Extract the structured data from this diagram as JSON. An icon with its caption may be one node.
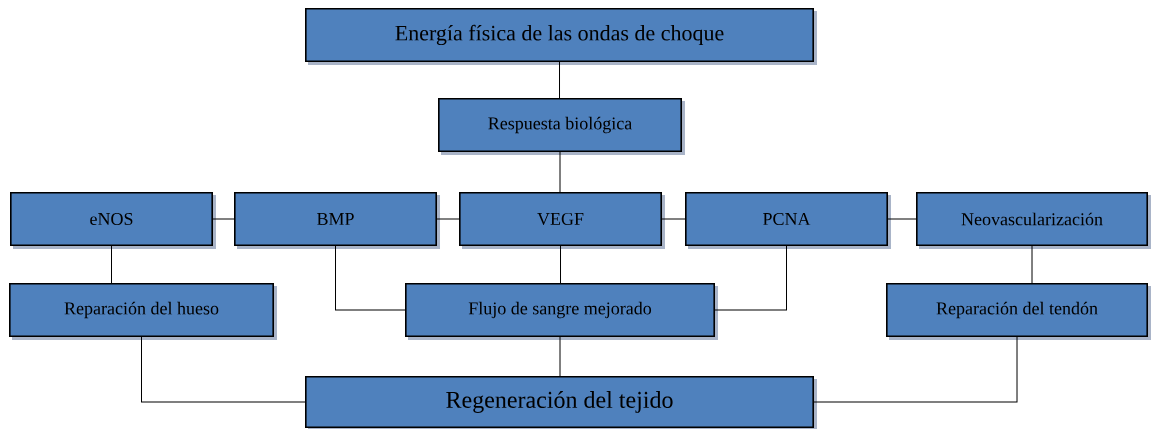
{
  "diagram": {
    "nodes": [
      {
        "text": [
          "Energía física de las ondas de choque"
        ]
      },
      {
        "text": [
          "Respuesta biológica"
        ]
      },
      {
        "text": [
          "eNOS"
        ]
      },
      {
        "text": [
          "BMP"
        ]
      },
      {
        "text": [
          "VEGF"
        ]
      },
      {
        "text": [
          "PCNA"
        ]
      },
      {
        "text": [
          "Neovascularización"
        ]
      },
      {
        "text": [
          "Reparación del hueso"
        ]
      },
      {
        "text": [
          "Flujo de sangre mejorado"
        ]
      },
      {
        "text": [
          "Reparación del tendón"
        ]
      },
      {
        "text": [
          "Regeneración del tejido"
        ]
      }
    ],
    "edges": [
      {
        "from": 0,
        "to": 1,
        "arrow": "none"
      },
      {
        "from": 1,
        "to": 4,
        "arrow": "none"
      },
      {
        "from": 2,
        "to": 3,
        "arrow": "none"
      },
      {
        "from": 3,
        "to": 4,
        "arrow": "none"
      },
      {
        "from": 4,
        "to": 5,
        "arrow": "none"
      },
      {
        "from": 5,
        "to": 6,
        "arrow": "none"
      },
      {
        "from": 2,
        "to": 7,
        "arrow": "none"
      },
      {
        "from": 3,
        "to": 8,
        "arrow": "none"
      },
      {
        "from": 4,
        "to": 8,
        "arrow": "none"
      },
      {
        "from": 5,
        "to": 8,
        "arrow": "none"
      },
      {
        "from": 6,
        "to": 9,
        "arrow": "none"
      },
      {
        "from": 7,
        "to": 10,
        "arrow": "none"
      },
      {
        "from": 8,
        "to": 10,
        "arrow": "none"
      },
      {
        "from": 9,
        "to": 10,
        "arrow": "none"
      }
    ]
  }
}
